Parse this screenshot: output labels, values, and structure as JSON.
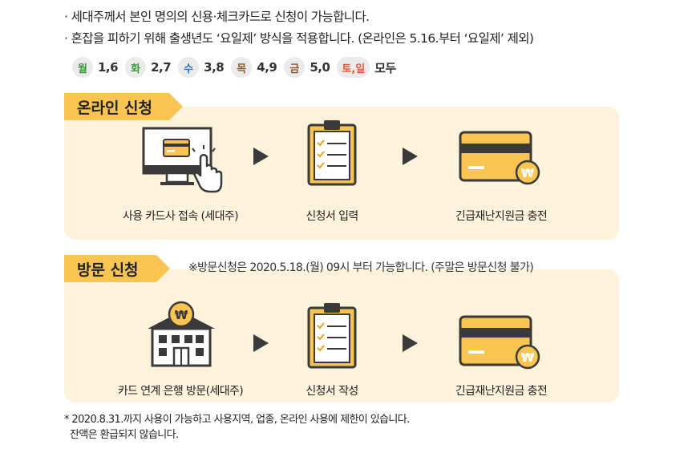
{
  "notes": [
    "· 세대주께서 본인 명의의 신용·체크카드로 신청이 가능합니다.",
    "· 혼잡을 피하기 위해 출생년도 ‘요일제’ 방식을 적용합니다. (온라인은 5.16.부터 ‘요일제’ 제외)"
  ],
  "weekdays": [
    {
      "day": "월",
      "nums": "1,6",
      "color": "#3a9a3a"
    },
    {
      "day": "화",
      "nums": "2,7",
      "color": "#3a9a3a"
    },
    {
      "day": "수",
      "nums": "3,8",
      "color": "#2a6fb8"
    },
    {
      "day": "목",
      "nums": "4,9",
      "color": "#8b5a2b"
    },
    {
      "day": "금",
      "nums": "5,0",
      "color": "#8b5a2b"
    }
  ],
  "weekend": {
    "day": "토,일",
    "nums": "모두",
    "color": "#e05a3a"
  },
  "online": {
    "title": "온라인 신청",
    "steps": [
      "사용 카드사 접속 (세대주)",
      "신청서 입력",
      "긴급재난지원금 충전"
    ]
  },
  "visit": {
    "title": "방문 신청",
    "note": "※방문신청은 2020.5.18.(월) 09시 부터 가능합니다. (주말은 방문신청 불가)",
    "steps": [
      "카드 연계 은행 방문(세대주)",
      "신청서 작성",
      "긴급재난지원금 충전"
    ]
  },
  "footnote": [
    "* 2020.8.31.까지 사용이 가능하고 사용지역, 업종, 온라인 사용에 제한이 있습니다.",
    "  잔액은 환급되지 않습니다."
  ],
  "colors": {
    "accent": "#f8c552",
    "panel": "#fdf2db",
    "dark": "#3a3a3a"
  },
  "icons": [
    "computer-click-icon",
    "clipboard-icon",
    "card-icon",
    "bank-icon"
  ]
}
